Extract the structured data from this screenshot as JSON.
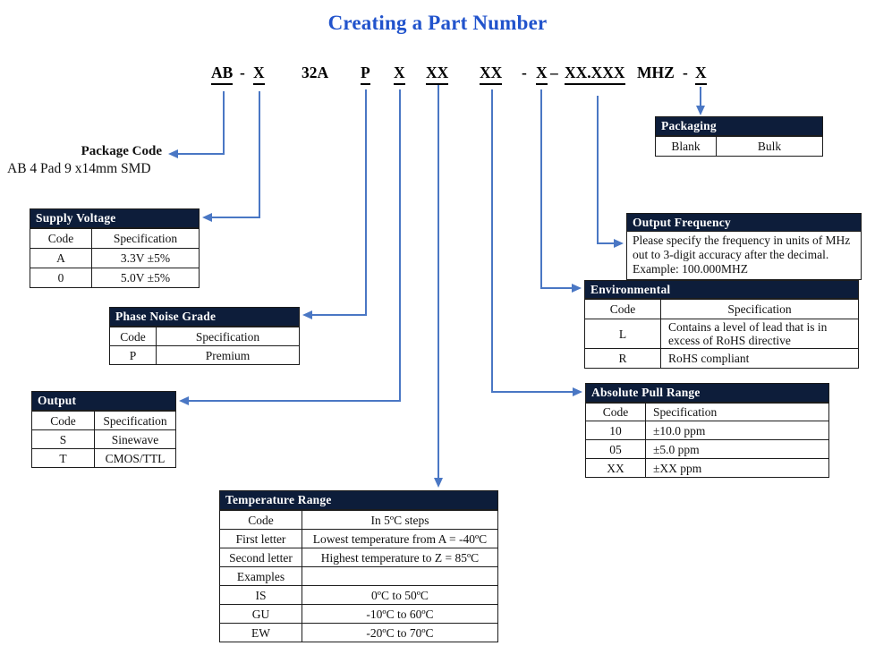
{
  "title": "Creating a Part Number",
  "part_number": {
    "segments": [
      "AB",
      "-",
      "X",
      "32A",
      "P",
      "X",
      "XX",
      "XX",
      "-",
      "X",
      "–",
      "XX.XXX",
      "MHZ",
      "-",
      "X"
    ]
  },
  "package_code": {
    "label": "Package Code",
    "description": "AB 4 Pad 9 x14mm SMD"
  },
  "tables": {
    "supply_voltage": {
      "title": "Supply Voltage",
      "rows": [
        [
          "Code",
          "Specification"
        ],
        [
          "A",
          "3.3V ±5%"
        ],
        [
          "0",
          "5.0V ±5%"
        ]
      ]
    },
    "phase_noise": {
      "title": "Phase Noise Grade",
      "rows": [
        [
          "Code",
          "Specification"
        ],
        [
          "P",
          "Premium"
        ]
      ]
    },
    "output": {
      "title": "Output",
      "rows": [
        [
          "Code",
          "Specification"
        ],
        [
          "S",
          "Sinewave"
        ],
        [
          "T",
          "CMOS/TTL"
        ]
      ]
    },
    "temperature": {
      "title": "Temperature Range",
      "rows": [
        [
          "Code",
          "In 5ºC steps"
        ],
        [
          "First letter",
          "Lowest temperature from A = -40ºC"
        ],
        [
          "Second letter",
          "Highest temperature to Z = 85ºC"
        ],
        [
          "Examples",
          ""
        ],
        [
          "IS",
          "0ºC to 50ºC"
        ],
        [
          "GU",
          "-10ºC to 60ºC"
        ],
        [
          "EW",
          "-20ºC to 70ºC"
        ]
      ]
    },
    "packaging": {
      "title": "Packaging",
      "rows": [
        [
          "Blank",
          "Bulk"
        ]
      ]
    },
    "output_frequency": {
      "title": "Output Frequency",
      "body_line1": "Please specify the frequency in units of MHz out to 3-digit accuracy after the decimal.",
      "body_line2": "Example: 100.000MHZ"
    },
    "environmental": {
      "title": "Environmental",
      "rows": [
        [
          "Code",
          "Specification"
        ],
        [
          "L",
          "Contains a level of lead that is in excess of RoHS directive"
        ],
        [
          "R",
          "RoHS compliant"
        ]
      ]
    },
    "pull_range": {
      "title": "Absolute Pull Range",
      "rows": [
        [
          "Code",
          "Specification"
        ],
        [
          "10",
          "±10.0 ppm"
        ],
        [
          "05",
          "±5.0 ppm"
        ],
        [
          "XX",
          "±XX ppm"
        ]
      ]
    }
  },
  "colors": {
    "navy": "#0d1d3a",
    "arrow": "#4a77c4",
    "title": "#2153cc"
  }
}
